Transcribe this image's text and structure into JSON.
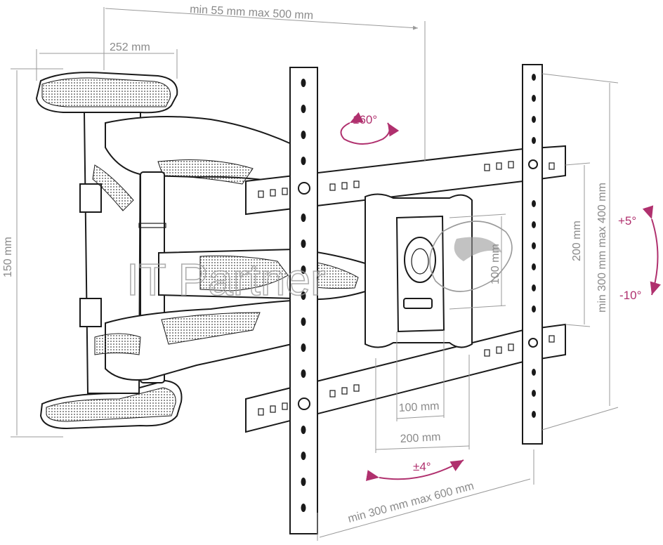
{
  "dimensions": {
    "top_extension": "min 55 mm max 500 mm",
    "arm_width": "252 mm",
    "arm_height": "150 mm",
    "vesa_small": "100 mm",
    "vesa_medium": "200 mm",
    "vertical_range": "min 300 mm max 400 mm",
    "horizontal_range": "min 300 mm max 600 mm"
  },
  "angles": {
    "swivel": "160°",
    "tilt_up": "+5°",
    "tilt_down": "-10°",
    "rotation": "±4°"
  },
  "watermark": {
    "text": "IT Partner"
  },
  "colors": {
    "accent": "#b0306e",
    "dimension": "#8a8a8a",
    "line": "#1a1a1a"
  }
}
